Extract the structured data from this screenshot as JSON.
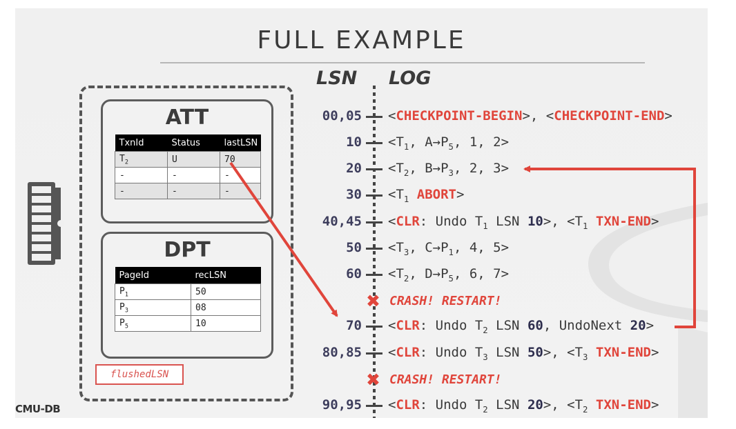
{
  "title": "FULL EXAMPLE",
  "headers": {
    "lsn": "LSN",
    "log": "LOG"
  },
  "att": {
    "title": "ATT",
    "columns": [
      "TxnId",
      "Status",
      "lastLSN"
    ],
    "rows": [
      {
        "txn": "T",
        "txn_sub": "2",
        "status": "U",
        "last": "70"
      },
      {
        "txn": "-",
        "txn_sub": "",
        "status": "-",
        "last": "-"
      },
      {
        "txn": "-",
        "txn_sub": "",
        "status": "-",
        "last": "-"
      }
    ]
  },
  "dpt": {
    "title": "DPT",
    "columns": [
      "PageId",
      "recLSN"
    ],
    "rows": [
      {
        "page": "P",
        "page_sub": "1",
        "rec": "50"
      },
      {
        "page": "P",
        "page_sub": "3",
        "rec": "08"
      },
      {
        "page": "P",
        "page_sub": "5",
        "rec": "10"
      }
    ]
  },
  "flushed_label": "flushedLSN",
  "log": {
    "r0": {
      "lsn": "00,05",
      "a": "<",
      "b": "CHECKPOINT-BEGIN",
      "c": ">, <",
      "d": "CHECKPOINT-END",
      "e": ">"
    },
    "r1": {
      "lsn": "10",
      "a": "<T",
      "s1": "1",
      "b": ", A→P",
      "s2": "5",
      "c": ", 1, 2>"
    },
    "r2": {
      "lsn": "20",
      "a": "<T",
      "s1": "2",
      "b": ", B→P",
      "s2": "3",
      "c": ", 2, 3>"
    },
    "r3": {
      "lsn": "30",
      "a": "<T",
      "s1": "1",
      "b": " ",
      "kw": "ABORT",
      "c": ">"
    },
    "r4": {
      "lsn": "40,45",
      "a": "<",
      "kw1": "CLR",
      "b": ": Undo T",
      "s1": "1",
      "c": " LSN ",
      "n1": "10",
      "d": ">, <T",
      "s2": "1",
      "e": " ",
      "kw2": "TXN-END",
      "f": ">"
    },
    "r5": {
      "lsn": "50",
      "a": "<T",
      "s1": "3",
      "b": ", C→P",
      "s2": "1",
      "c": ", 4, 5>"
    },
    "r6": {
      "lsn": "60",
      "a": "<T",
      "s1": "2",
      "b": ", D→P",
      "s2": "5",
      "c": ", 6, 7>"
    },
    "crash1": "CRASH! RESTART!",
    "r7": {
      "lsn": "70",
      "a": "<",
      "kw1": "CLR",
      "b": ": Undo T",
      "s1": "2",
      "c": " LSN ",
      "n1": "60",
      "d": ", UndoNext ",
      "n2": "20",
      "e": ">"
    },
    "r8": {
      "lsn": "80,85",
      "a": "<",
      "kw1": "CLR",
      "b": ": Undo T",
      "s1": "3",
      "c": " LSN ",
      "n1": "50",
      "d": ">, <T",
      "s2": "3",
      "e": " ",
      "kw2": "TXN-END",
      "f": ">"
    },
    "crash2": "CRASH! RESTART!",
    "r9": {
      "lsn": "90,95",
      "a": "<",
      "kw1": "CLR",
      "b": ": Undo T",
      "s1": "2",
      "c": " LSN ",
      "n1": "20",
      "d": ">, <T",
      "s2": "2",
      "e": " ",
      "kw2": "TXN-END",
      "f": ">"
    }
  },
  "footer": "CMU-DB",
  "colors": {
    "accent": "#e0453b",
    "text": "#3a3a3a",
    "lsn": "#3d3d5c"
  },
  "icons": {
    "memory": "ram-chip-icon",
    "crash": "x-mark-icon"
  }
}
